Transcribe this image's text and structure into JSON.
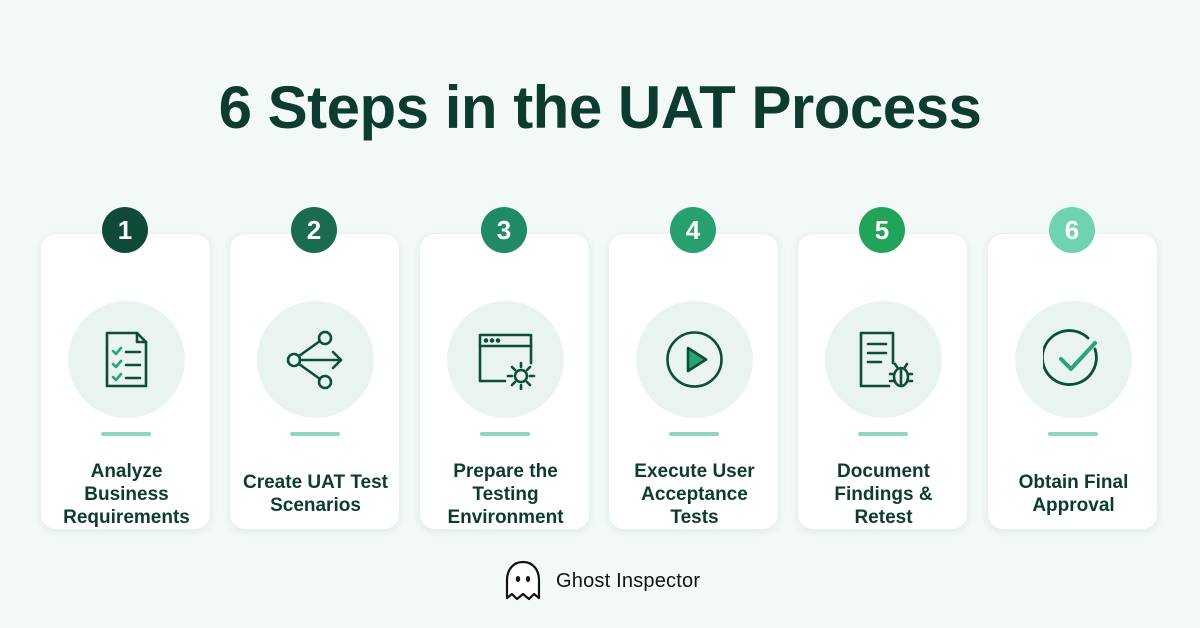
{
  "title": "6 Steps in the UAT Process",
  "steps": [
    {
      "number": "1",
      "label": "Analyze Business Requirements",
      "icon": "checklist-document-icon",
      "badge_color": "#0f4a39"
    },
    {
      "number": "2",
      "label": "Create UAT Test Scenarios",
      "icon": "branching-arrow-icon",
      "badge_color": "#1a6b50"
    },
    {
      "number": "3",
      "label": "Prepare the Testing Environment",
      "icon": "browser-gear-icon",
      "badge_color": "#208a62"
    },
    {
      "number": "4",
      "label": "Execute User Acceptance Tests",
      "icon": "play-circle-icon",
      "badge_color": "#26a06f"
    },
    {
      "number": "5",
      "label": "Document Findings & Retest",
      "icon": "document-bug-icon",
      "badge_color": "#22a35a"
    },
    {
      "number": "6",
      "label": "Obtain Final Approval",
      "icon": "checkmark-circle-icon",
      "badge_color": "#6ed3ae"
    }
  ],
  "brand": {
    "name": "Ghost Inspector",
    "icon": "ghost-logo-icon"
  }
}
